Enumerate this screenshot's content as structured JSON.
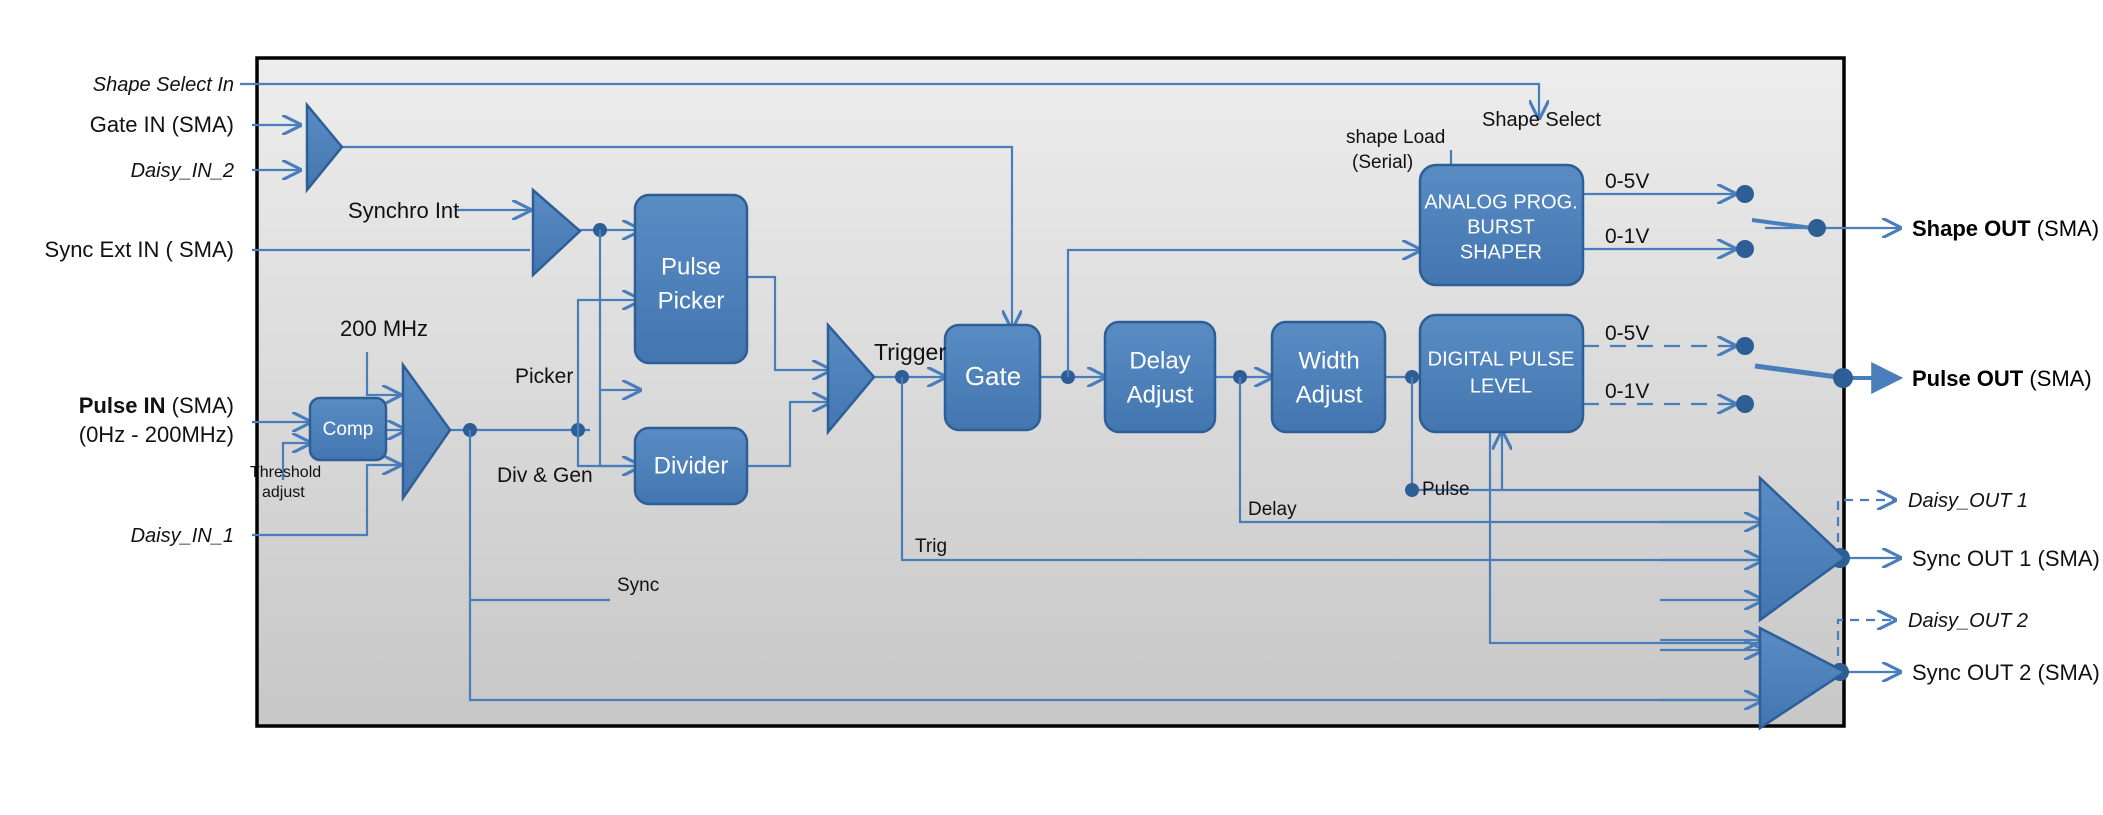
{
  "diagram": {
    "title": "Pulse Generator Block Diagram",
    "colors": {
      "block_fill": "#4A7EBB",
      "block_stroke": "#3A6AA0",
      "wire": "#4A7EBB",
      "chassis_fill_top": "#E8E8E8",
      "chassis_fill_bottom": "#C9C9C9",
      "chassis_stroke": "#000000",
      "text": "#111111",
      "block_text": "#FFFFFF"
    }
  },
  "inputs": [
    {
      "id": "shape-select-in",
      "label": "Shape Select In",
      "style": "italic",
      "has_arrow": false
    },
    {
      "id": "gate-in",
      "label": "Gate IN (SMA)",
      "style": "normal",
      "has_arrow": true
    },
    {
      "id": "daisy-in-2",
      "label": "Daisy_IN_2",
      "style": "italic",
      "has_arrow": true
    },
    {
      "id": "sync-ext-in",
      "label": "Sync Ext IN ( SMA)",
      "style": "normal",
      "has_arrow": false
    },
    {
      "id": "pulse-in",
      "label_bold": "Pulse IN",
      "label_rest": " (SMA)",
      "label_line2": "(0Hz - 200MHz)",
      "style": "bold",
      "has_arrow": true
    },
    {
      "id": "daisy-in-1",
      "label": "Daisy_IN_1",
      "style": "italic",
      "has_arrow": true
    }
  ],
  "outputs": [
    {
      "id": "shape-out",
      "label_bold": "Shape OUT",
      "label_rest": " (SMA)"
    },
    {
      "id": "pulse-out",
      "label_bold": "Pulse OUT",
      "label_rest": " (SMA)"
    },
    {
      "id": "daisy-out-1",
      "label": "Daisy_OUT 1",
      "style": "italic"
    },
    {
      "id": "sync-out-1",
      "label": "Sync OUT 1 (SMA)",
      "style": "normal"
    },
    {
      "id": "daisy-out-2",
      "label": "Daisy_OUT 2",
      "style": "italic"
    },
    {
      "id": "sync-out-2",
      "label": "Sync OUT 2 (SMA)",
      "style": "normal"
    }
  ],
  "blocks": [
    {
      "id": "comp",
      "lines": [
        "Comp"
      ],
      "font_size": 19
    },
    {
      "id": "pulse-picker",
      "lines": [
        "Pulse",
        "Picker"
      ],
      "font_size": 24
    },
    {
      "id": "divider",
      "lines": [
        "Divider"
      ],
      "font_size": 24
    },
    {
      "id": "gate",
      "lines": [
        "Gate"
      ],
      "font_size": 26
    },
    {
      "id": "delay-adjust",
      "lines": [
        "Delay",
        "Adjust"
      ],
      "font_size": 24
    },
    {
      "id": "width-adjust",
      "lines": [
        "Width",
        "Adjust"
      ],
      "font_size": 24
    },
    {
      "id": "analog-prog-burst-shaper",
      "lines": [
        "ANALOG PROG.",
        "BURST",
        "SHAPER"
      ],
      "font_size": 20
    },
    {
      "id": "digital-pulse-level",
      "lines": [
        "DIGITAL PULSE",
        "LEVEL"
      ],
      "font_size": 20
    }
  ],
  "inner_labels": [
    {
      "id": "synchro-int",
      "text": "Synchro Int"
    },
    {
      "id": "freq-200mhz",
      "text": "200 MHz"
    },
    {
      "id": "threshold-adjust-1",
      "text": "Threshold"
    },
    {
      "id": "threshold-adjust-2",
      "text": "adjust"
    },
    {
      "id": "picker",
      "text": "Picker"
    },
    {
      "id": "div-and-gen",
      "text": "Div & Gen"
    },
    {
      "id": "trigger",
      "text": "Trigger"
    },
    {
      "id": "shape-load-1",
      "text": "shape Load"
    },
    {
      "id": "shape-load-2",
      "text": "(Serial)"
    },
    {
      "id": "shape-select",
      "text": "Shape Select"
    },
    {
      "id": "sync",
      "text": "Sync"
    },
    {
      "id": "trig",
      "text": "Trig"
    },
    {
      "id": "delay",
      "text": "Delay"
    },
    {
      "id": "pulse",
      "text": "Pulse"
    }
  ],
  "voltage_labels": [
    {
      "id": "shaper-0-5v",
      "text": "0-5V"
    },
    {
      "id": "shaper-0-1v",
      "text": "0-1V"
    },
    {
      "id": "pulse-0-5v",
      "text": "0-5V"
    },
    {
      "id": "pulse-0-1v",
      "text": "0-1V"
    }
  ]
}
